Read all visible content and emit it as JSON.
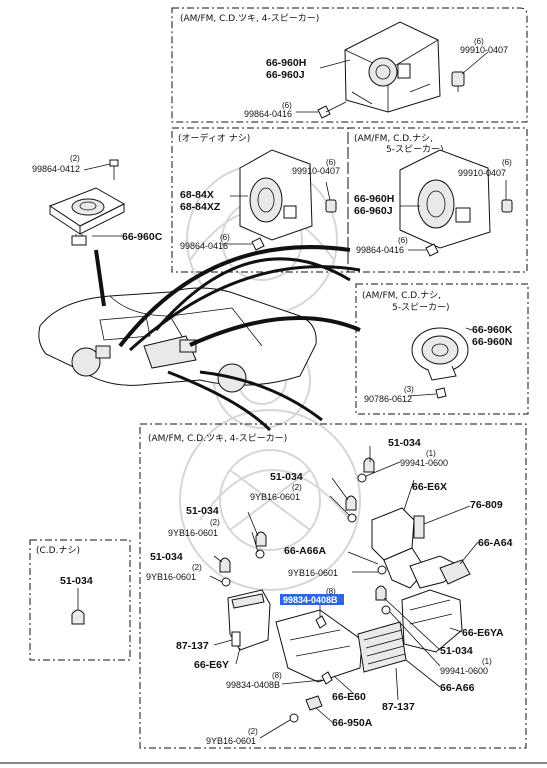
{
  "boxes": {
    "top": {
      "header": "(AM/FM, C.D.ツキ, 4-スピーカー)"
    },
    "mid_left": {
      "header": "(オーディオ ナシ)"
    },
    "mid_right": {
      "header": "(AM/FM, C.D.ナシ,",
      "header2": "5-スピーカー)"
    },
    "side_right": {
      "header": "(AM/FM, C.D.ナシ,",
      "header2": "5-スピーカー)"
    },
    "small_left": {
      "header": "(C.D.ナシ)"
    },
    "bottom": {
      "header": "(AM/FM, C.D.ツキ, 4-スピーカー)"
    }
  },
  "labels": {
    "top_h": "66-960H",
    "top_j": "66-960J",
    "top_6a": "(6)",
    "top_99910": "99910-0407",
    "top_6b": "(6)",
    "top_99864": "99864-0416",
    "ml_6a": "(6)",
    "ml_99910": "99910-0407",
    "ml_84x": "68-84X",
    "ml_84xz": "68-84XZ",
    "ml_6b": "(6)",
    "ml_99864": "99864-0416",
    "mr_6a": "(6)",
    "mr_99910": "99910-0407",
    "mr_h": "66-960H",
    "mr_j": "66-960J",
    "mr_6b": "(6)",
    "mr_99864": "99864-0416",
    "lt_2": "(2)",
    "lt_99864": "99864-0412",
    "lt_c": "66-960C",
    "sr_k": "66-960K",
    "sr_n": "66-960N",
    "sr_3": "(3)",
    "sr_90786": "90786-0612",
    "sl_51": "51-034",
    "b_51a": "51-034",
    "b_1a": "(1)",
    "b_99941a": "99941-0600",
    "b_51b": "51-034",
    "b_2a": "(2)",
    "b_9yb_a": "9YB16-0601",
    "b_e6x": "66-E6X",
    "b_76809": "76-809",
    "b_51c": "51-034",
    "b_2b": "(2)",
    "b_9yb_b": "9YB16-0601",
    "b_a64": "66-A64",
    "b_a66a": "66-A66A",
    "b_51d": "51-034",
    "b_2c": "(2)",
    "b_9yb_c": "9YB16-0601",
    "b_9yb_d": "9YB16-0601",
    "b_8a": "(8)",
    "b_99834_hl": "99834-0408B",
    "b_e6ya": "66-E6YA",
    "b_87137a": "87-137",
    "b_51e": "51-034",
    "b_e6y": "66-E6Y",
    "b_1b": "(1)",
    "b_99941b": "99941-0600",
    "b_8b": "(8)",
    "b_99834b": "99834-0408B",
    "b_a66": "66-A66",
    "b_e60": "66-E60",
    "b_87137b": "87-137",
    "b_2d": "(2)",
    "b_9yb_e": "9YB16-0601",
    "b_950a": "66-950A"
  },
  "colors": {
    "highlight": "#2f67d8",
    "ink": "#111111"
  }
}
